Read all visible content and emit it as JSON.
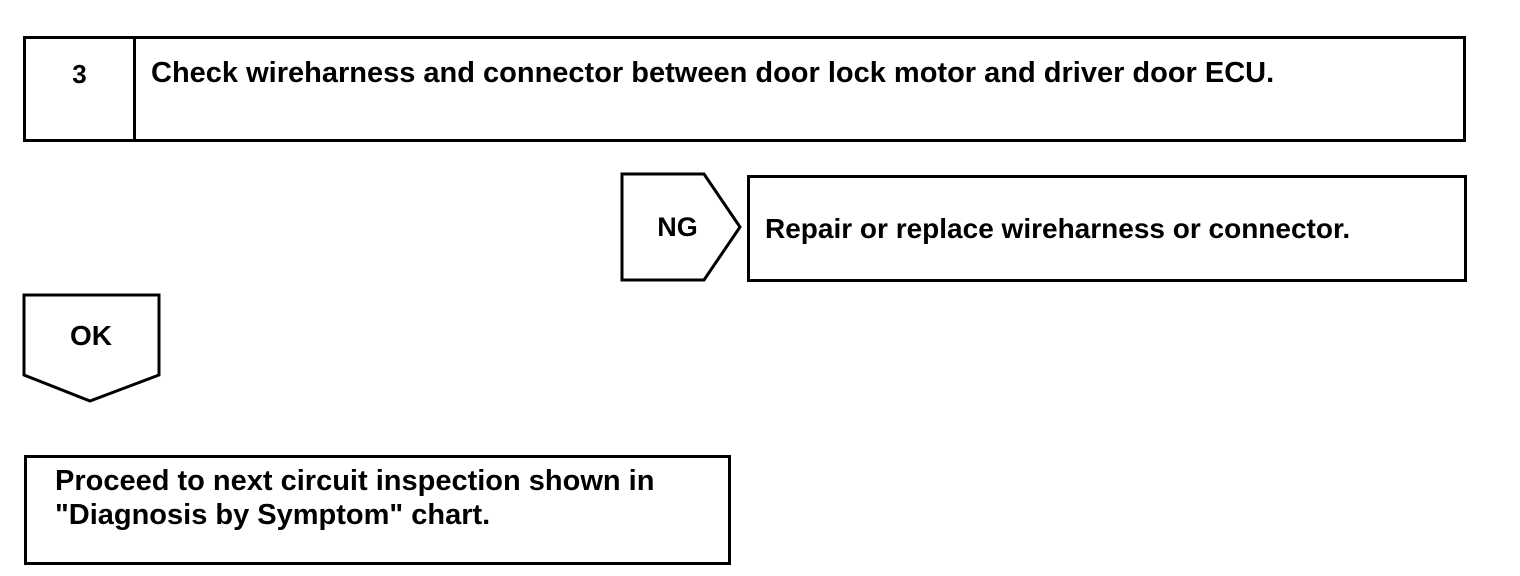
{
  "step": {
    "number": "3",
    "title": "Check wireharness and connector between door lock motor and driver door ECU."
  },
  "ng_branch": {
    "label": "NG",
    "action": "Repair or replace wireharness or connector."
  },
  "ok_branch": {
    "label": "OK",
    "action": "Proceed to next circuit inspection shown in \"Diagnosis by Symptom\" chart."
  }
}
